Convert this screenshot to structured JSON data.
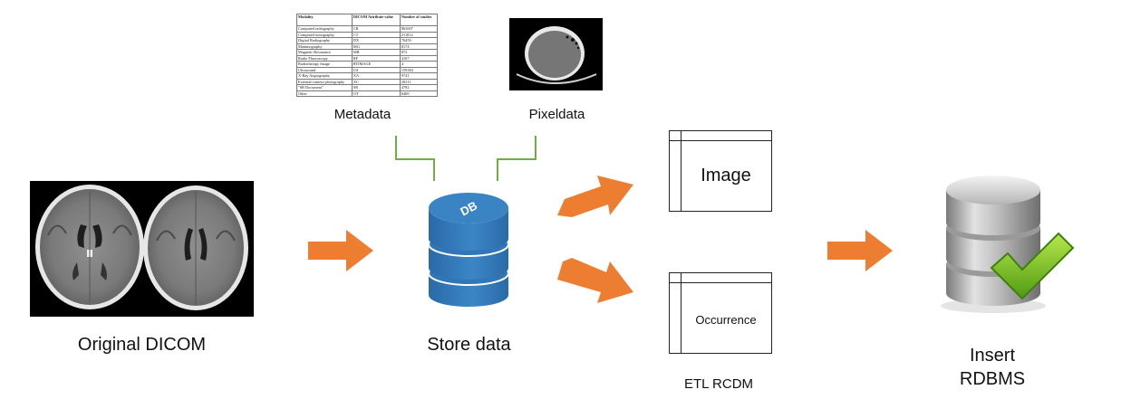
{
  "labels": {
    "original_dicom": "Original DICOM",
    "store_data": "Store data",
    "metadata": "Metadata",
    "pixeldata": "Pixeldata",
    "etl": "ETL RCDM",
    "insert_rdbms_line1": "Insert",
    "insert_rdbms_line2": "RDBMS",
    "db_badge": "DB"
  },
  "etl_tables": {
    "image": "Image",
    "occurrence": "Occurrence"
  },
  "metadata_table": {
    "headers": [
      "Modality",
      "DICOM Attribute value",
      "Number of studies"
    ],
    "rows": [
      [
        "Computed radiography",
        "CR",
        "863007"
      ],
      [
        "Computed tomography",
        "CT",
        "211812"
      ],
      [
        "Digital Radiography",
        "DX",
        "76459"
      ],
      [
        "Mammography",
        "MG",
        "8174"
      ],
      [
        "Magnetic Resonance",
        "MR",
        "872"
      ],
      [
        "Radio Fluoroscopy",
        "RF",
        "4167"
      ],
      [
        "Radiotherapy Image",
        "RTIMAGE",
        "4"
      ],
      [
        "Ultrasound",
        "US",
        "159384"
      ],
      [
        "X-Ray Angiography",
        "XA",
        "9741"
      ],
      [
        "External-camera photography",
        "XC",
        "20311"
      ],
      [
        "\"SR Document\"",
        "SR",
        "4782"
      ],
      [
        "Other",
        "OT",
        "6469"
      ]
    ]
  },
  "colors": {
    "arrow": "#ED7D31",
    "connector": "#70AD47",
    "db_blue": "#2E75B6",
    "check_green": "#7DC21E"
  }
}
